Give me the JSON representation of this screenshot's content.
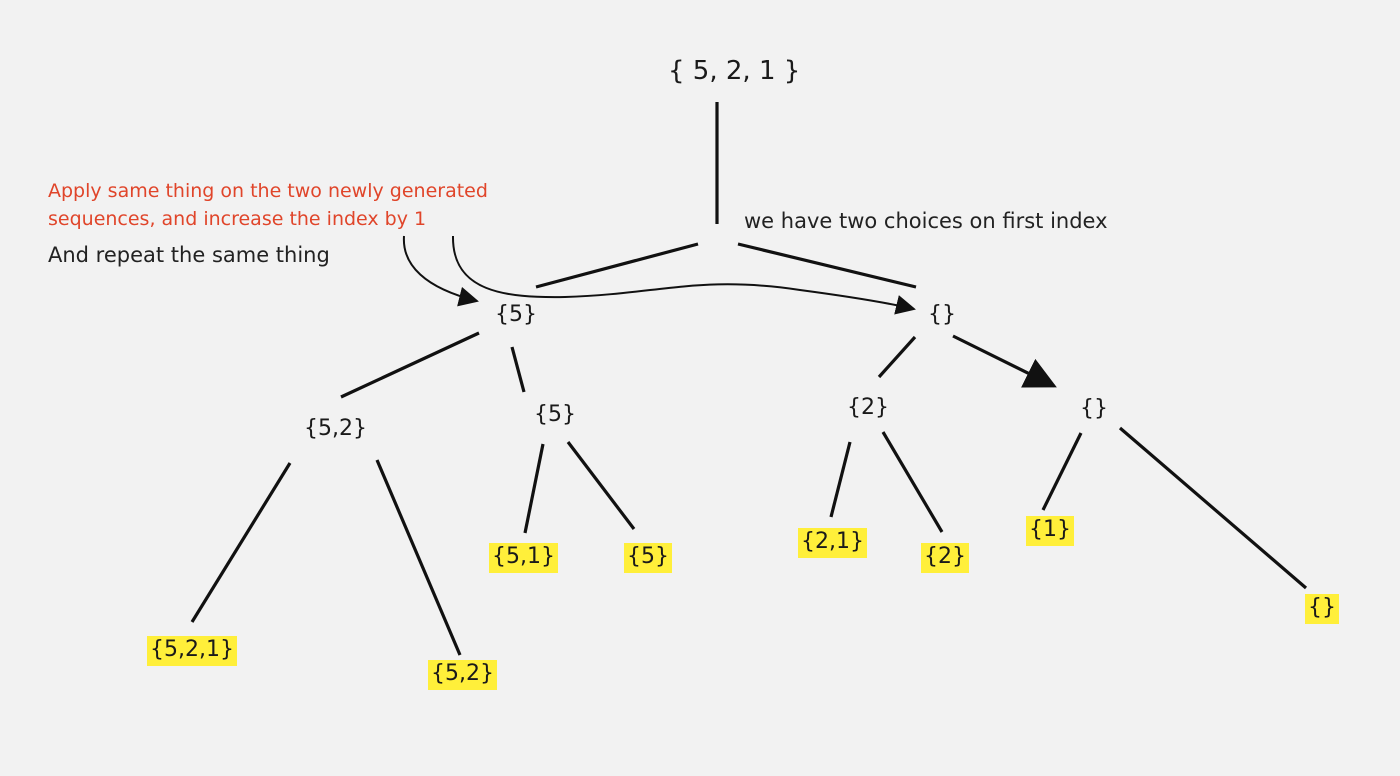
{
  "colors": {
    "background": "#f2f2f2",
    "line": "#111111",
    "highlight": "#ffef3a",
    "annotation_red": "#e0452a",
    "text": "#1a1a1a"
  },
  "nodes": {
    "root": "{ 5, 2, 1 }",
    "include_5": "{5}",
    "exclude_5": "{}",
    "include_5_2": "{5,2}",
    "include_5_skip_2": "{5}",
    "include_2": "{2}",
    "exclude_5_2": "{}"
  },
  "leaves": {
    "set_5_2_1": "{5,2,1}",
    "set_5_2": "{5,2}",
    "set_5_1": "{5,1}",
    "set_5": "{5}",
    "set_2_1": "{2,1}",
    "set_2": "{2}",
    "set_1": "{1}",
    "set_empty": "{}"
  },
  "annotations": {
    "choices": "we have two choices on first index",
    "apply_line1": "Apply same thing on the two newly generated",
    "apply_line2": "sequences, and increase the index by 1",
    "repeat": "And repeat the same thing"
  }
}
